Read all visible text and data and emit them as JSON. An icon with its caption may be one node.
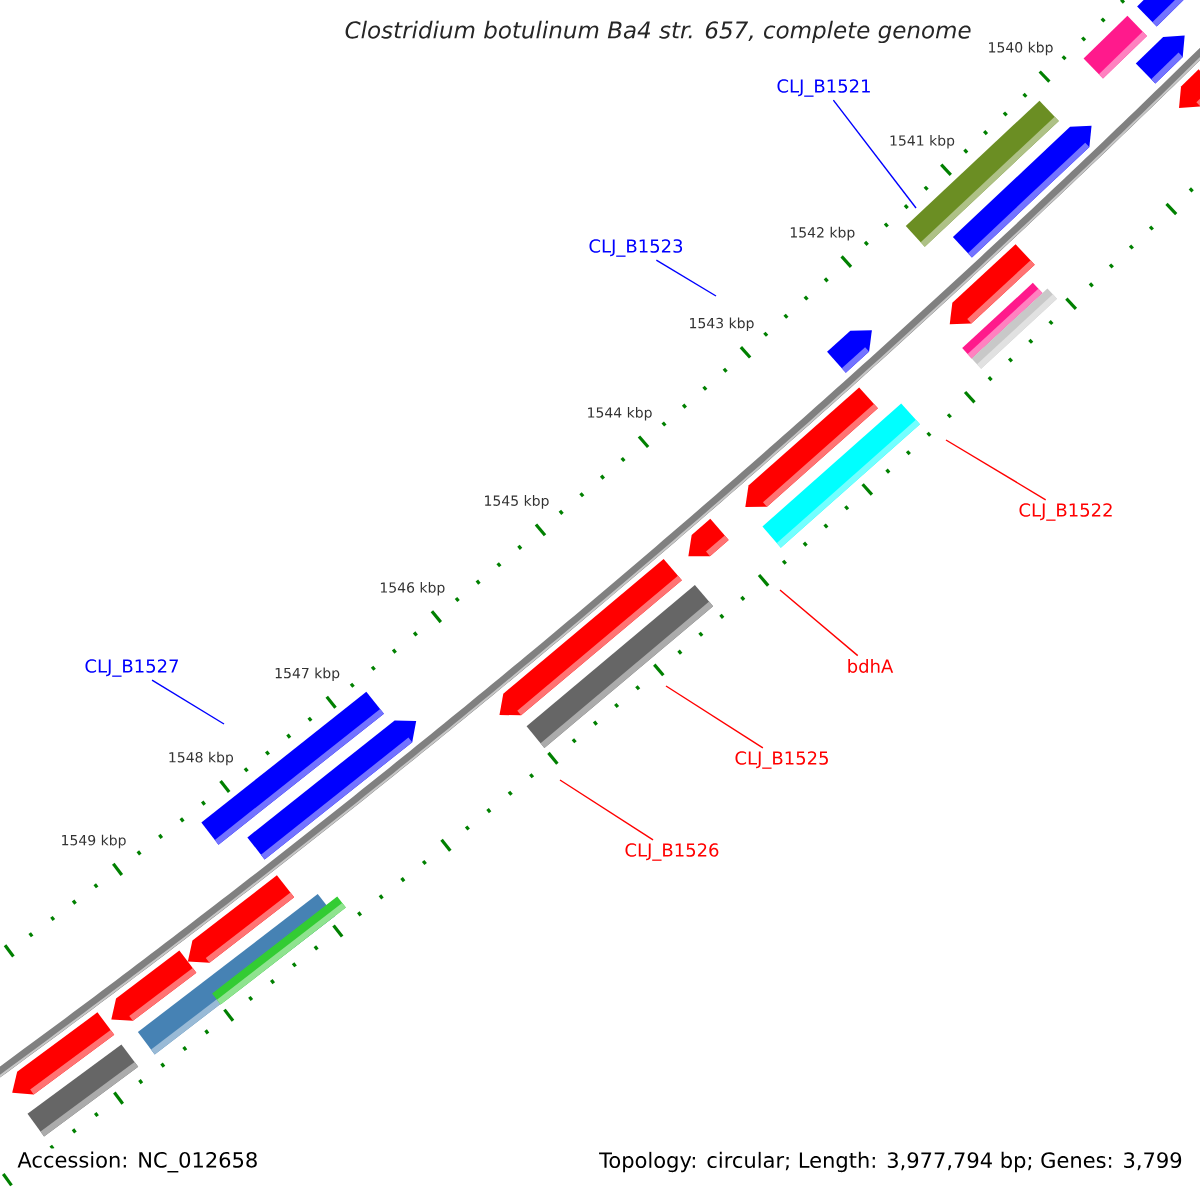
{
  "diagram": {
    "title": "Clostridium botulinum Ba4 str. 657, complete genome",
    "nodes": [
      {
        "text": [
          "CLJ_B1521"
        ]
      },
      {
        "text": [
          "CLJ_B1523"
        ]
      },
      {
        "text": [
          "CLJ_B1527"
        ]
      },
      {
        "text": [
          "CLJ_B1522"
        ]
      },
      {
        "text": [
          "bdhA"
        ]
      },
      {
        "text": [
          "CLJ_B1525"
        ]
      },
      {
        "text": [
          "CLJ_B1526"
        ]
      }
    ],
    "edges": [
      {
        "from": 0,
        "to": null,
        "arrow": "none",
        "color": "#0000ff"
      },
      {
        "from": 1,
        "to": null,
        "arrow": "none",
        "color": "#0000ff"
      },
      {
        "from": 2,
        "to": null,
        "arrow": "none",
        "color": "#0000ff"
      },
      {
        "from": 3,
        "to": null,
        "arrow": "none"
      },
      {
        "from": 4,
        "to": null,
        "arrow": "none"
      },
      {
        "from": 5,
        "to": null,
        "arrow": "none"
      },
      {
        "from": 6,
        "to": null,
        "arrow": "none"
      }
    ],
    "labels": [
      "1540 kbp",
      "1541 kbp",
      "1542 kbp",
      "1543 kbp",
      "1544 kbp",
      "1545 kbp",
      "1546 kbp",
      "1547 kbp",
      "1548 kbp",
      "1549 kbp",
      "Accession: NC_012658",
      "Topology: circular; Length: 3,977,794 bp; Genes: 3,799"
    ]
  }
}
